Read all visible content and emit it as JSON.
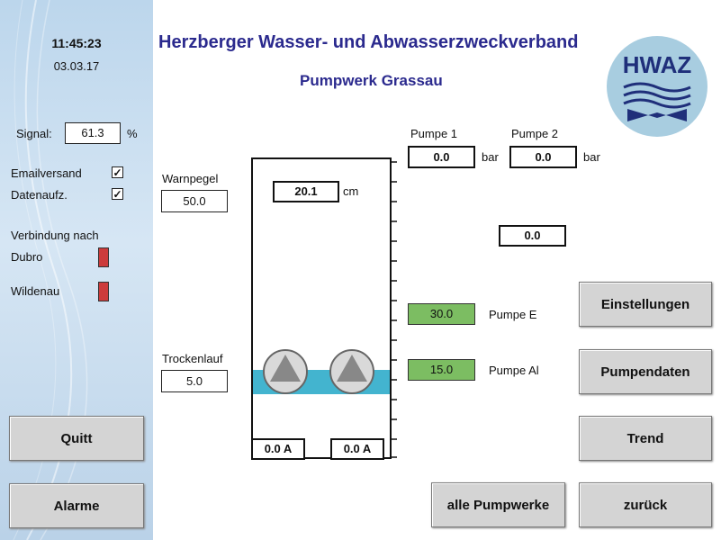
{
  "sidebar": {
    "time": "11:45:23",
    "date": "03.03.17",
    "signal_label": "Signal:",
    "signal_value": "61.3",
    "signal_unit": "%",
    "email_label": "Emailversand",
    "email_checked": "✓",
    "data_label": "Datenaufz.",
    "data_checked": "✓",
    "connection_label": "Verbindung nach",
    "conn1_label": "Dubro",
    "conn2_label": "Wildenau",
    "led_color": "#cc3b3b",
    "quitt_label": "Quitt",
    "alarme_label": "Alarme"
  },
  "header": {
    "title": "Herzberger Wasser- und Abwasserzweckverband",
    "subtitle": "Pumpwerk Grassau",
    "logo_text": "HWAZ"
  },
  "tank": {
    "warnpegel_label": "Warnpegel",
    "warnpegel_value": "50.0",
    "trockenlauf_label": "Trockenlauf",
    "trockenlauf_value": "5.0",
    "level_value": "20.1",
    "level_unit": "cm",
    "pump1_current": "0.0 A",
    "pump2_current": "0.0 A",
    "water_color": "#43b4cf"
  },
  "pumps": {
    "pump1_label": "Pumpe 1",
    "pump2_label": "Pumpe 2",
    "pump1_pressure": "0.0",
    "pump2_pressure": "0.0",
    "pressure_unit": "bar",
    "flow_value": "0.0",
    "pump_on_value": "30.0",
    "pump_on_label": "Pumpe E",
    "pump_off_value": "15.0",
    "pump_off_label": "Pumpe Al"
  },
  "buttons": {
    "einstellungen": "Einstellungen",
    "pumpendaten": "Pumpendaten",
    "trend": "Trend",
    "alle_pumpwerke": "alle Pumpwerke",
    "zurueck": "zurück"
  }
}
